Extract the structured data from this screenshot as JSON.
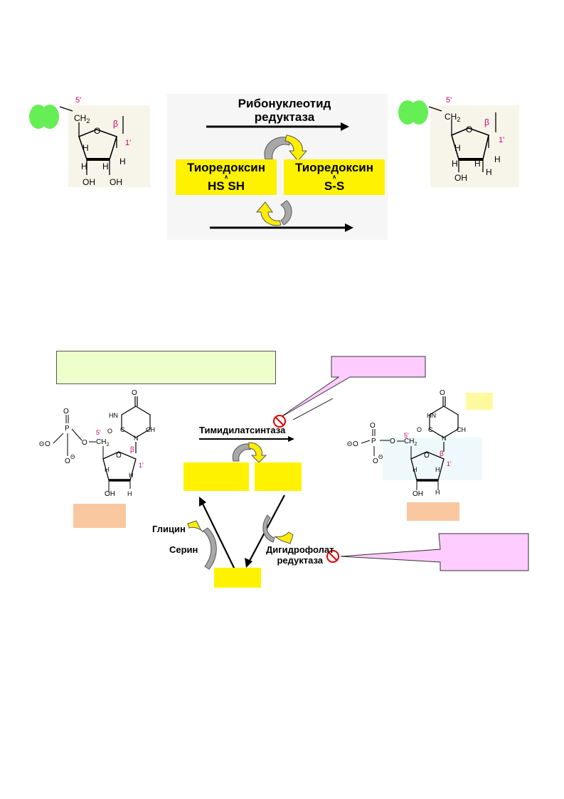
{
  "colors": {
    "yellow": "#fff200",
    "green_circle": "#66ee55",
    "peach": "#f9c8a0",
    "pink_callout": "#ffccff",
    "light_green_box": "#eeffcc",
    "yellow_arrow": "#ffee00",
    "gray_arrow": "#a8a8a8",
    "magenta_label": "#cc0066"
  },
  "top": {
    "enzyme_line1": "Рибонуклеотид",
    "enzyme_line2": "редуктаза",
    "thio_reduced_title": "Тиоредоксин",
    "thio_reduced_groups": "HS SH",
    "thio_oxidized_title": "Тиоредоксин",
    "thio_oxidized_groups": "S-S",
    "ribose_left": {
      "c5": "5'",
      "ch2": "CH",
      "ch2_sub": "2",
      "o": "O",
      "beta": "β",
      "c1": "1'",
      "h1": "H",
      "h2": "H",
      "h3": "H",
      "h4": "H",
      "oh1": "OH",
      "oh2": "OH"
    },
    "ribose_right": {
      "c5": "5'",
      "ch2": "CH",
      "ch2_sub": "2",
      "o": "O",
      "beta": "β",
      "c1": "1'",
      "h1": "H",
      "h2": "H",
      "h3": "H",
      "h4": "H",
      "h5": "H",
      "oh1": "OH"
    }
  },
  "bottom": {
    "enzyme": "Тимидилатсинтаза",
    "glycine": "Глицин",
    "serine": "Серин",
    "dhfr_line1": "Дигидрофолат",
    "dhfr_line2": "редуктаза",
    "nucleotide": {
      "phos_p": "P",
      "phos_o": "O",
      "minus": "Θ",
      "c5": "5'",
      "ch2": "CH",
      "ch2_sub": "2",
      "o_ring": "O",
      "beta": "β",
      "c1": "1'",
      "h": "H",
      "oh": "OH",
      "n": "N",
      "hn": "HN",
      "ch": "CH",
      "c": "C"
    }
  }
}
